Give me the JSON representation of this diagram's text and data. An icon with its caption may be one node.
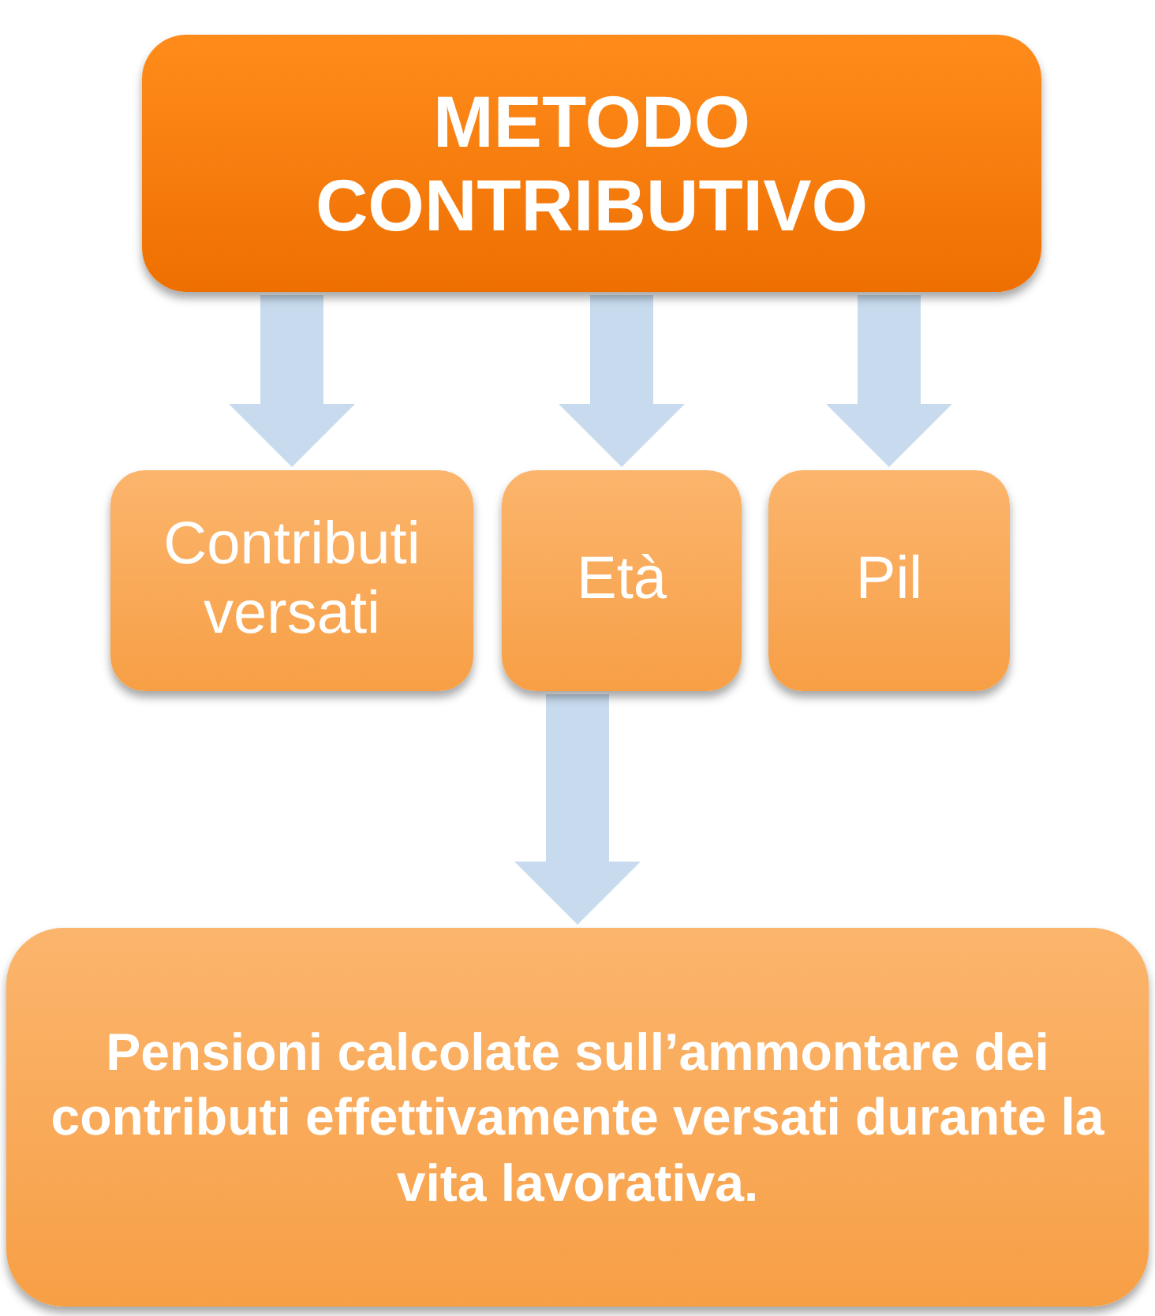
{
  "diagram": {
    "nodes": [
      {
        "text": [
          "METODO CONTRIBUTIVO"
        ]
      },
      {
        "text": [
          "Contributi versati"
        ]
      },
      {
        "text": [
          "Età"
        ]
      },
      {
        "text": [
          "Pil"
        ]
      },
      {
        "text": [
          "Pensioni calcolate sull’ammontare dei contributi effettivamente versati durante la vita lavorativa."
        ]
      }
    ],
    "edges": [
      {
        "from": 0,
        "to": 1,
        "arrow": "to",
        "style": "thick"
      },
      {
        "from": 0,
        "to": 2,
        "arrow": "to",
        "style": "thick"
      },
      {
        "from": 0,
        "to": 3,
        "arrow": "to",
        "style": "thick"
      },
      {
        "from": 2,
        "to": 4,
        "arrow": "to",
        "style": "thick"
      }
    ]
  }
}
